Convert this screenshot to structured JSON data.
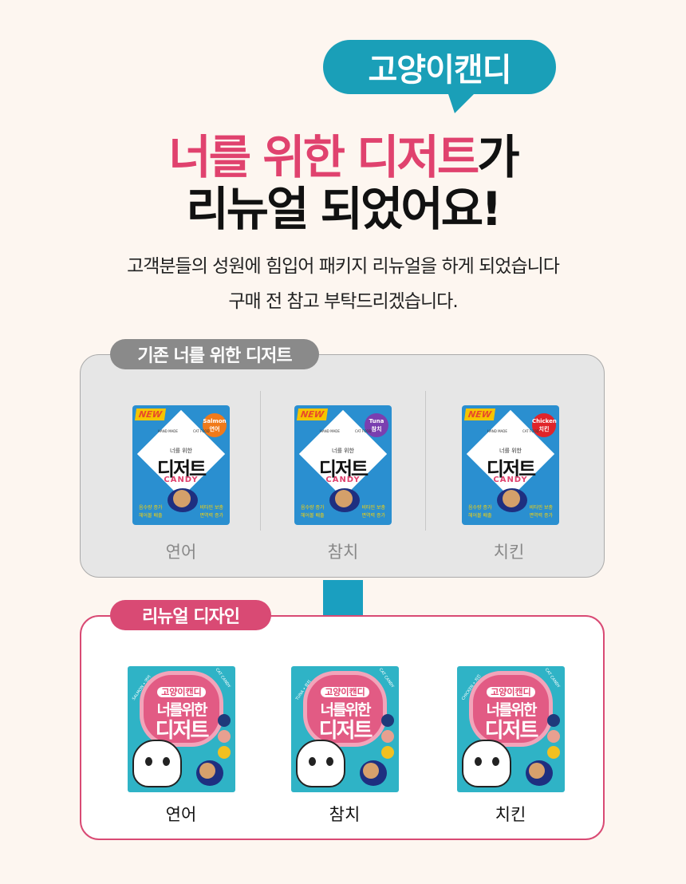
{
  "bubble": {
    "text": "고양이캔디",
    "color": "#1a9fb8"
  },
  "headline": {
    "line1_highlight": "너를 위한 디저트",
    "line1_rest": "가",
    "line2": "리뉴얼 되었어요!",
    "highlight_color": "#e0426e"
  },
  "subtitle": {
    "line1": "고객분들의 성원에 힘입어 패키지 리뉴얼을 하게 되었습니다",
    "line2": "구매 전 참고 부탁드리겠습니다."
  },
  "old_section": {
    "label": "기존 너를 위한 디저트",
    "pack_common": {
      "new_badge": "NEW",
      "hand_made": "HAND MADE",
      "cat_food": "CAT FOOD",
      "tagline": "너를 위한",
      "name": "디저트",
      "candy": "CANDY",
      "features_left": [
        "음수량 증가",
        "헤어볼 배출"
      ],
      "features_right": [
        "비타민 보충",
        "면역력 증가"
      ]
    },
    "items": [
      {
        "label": "연어",
        "flavor_en": "Salmon",
        "flavor_ko": "연어",
        "badge_color": "#f07a1a"
      },
      {
        "label": "참치",
        "flavor_en": "Tuna",
        "flavor_ko": "참치",
        "badge_color": "#7a3fb0"
      },
      {
        "label": "치킨",
        "flavor_en": "Chicken",
        "flavor_ko": "치킨",
        "badge_color": "#e0242a"
      }
    ]
  },
  "new_section": {
    "label": "리뉴얼 디자인",
    "pack_common": {
      "brand": "고양이캔디",
      "line1": "너를위한",
      "line2": "디저트",
      "cat_candy": "CAT CANDY"
    },
    "items": [
      {
        "label": "연어",
        "side_text": "SALMON • 연어"
      },
      {
        "label": "참치",
        "side_text": "TUNA • 참치"
      },
      {
        "label": "치킨",
        "side_text": "CHICKEN • 치킨"
      }
    ]
  }
}
